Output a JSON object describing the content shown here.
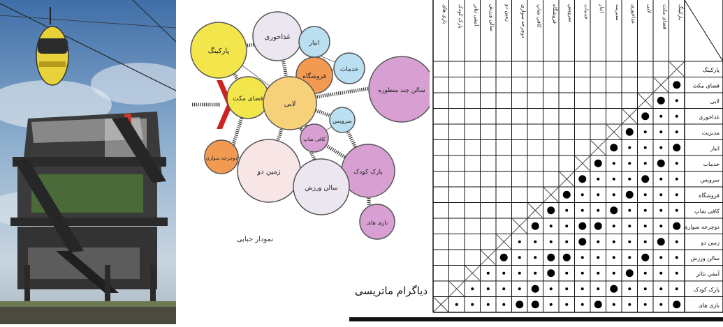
{
  "bubble_diagram": {
    "caption": "نمودار حبابی",
    "bubbles": [
      {
        "id": "parking",
        "label": "پارکینگ",
        "fill": "#f3e64c"
      },
      {
        "id": "food",
        "label": "غذاخوری",
        "fill": "#ece6f0"
      },
      {
        "id": "archive",
        "label": "انبار",
        "fill": "#b9dff0"
      },
      {
        "id": "shop",
        "label": "فروشگاه",
        "fill": "#f29a52"
      },
      {
        "id": "services",
        "label": "خدمات",
        "fill": "#b9dff0"
      },
      {
        "id": "hall",
        "label": "سالن چند منظوره",
        "fill": "#d8a0d2"
      },
      {
        "id": "open_space",
        "label": "فضای مکث",
        "fill": "#f3e64c"
      },
      {
        "id": "lobby",
        "label": "لابی",
        "fill": "#f7d07a"
      },
      {
        "id": "wc",
        "label": "سرویس",
        "fill": "#b9dff0"
      },
      {
        "id": "multimedia",
        "label": "کافی شاپ",
        "fill": "#d8a0d2"
      },
      {
        "id": "cable",
        "label": "دوچرخه سواری",
        "fill": "#f29a52"
      },
      {
        "id": "ground",
        "label": "زمین دو",
        "fill": "#f8e6e6"
      },
      {
        "id": "kids",
        "label": "پارک کودک",
        "fill": "#d8a0d2"
      },
      {
        "id": "gym",
        "label": "سالن ورزش",
        "fill": "#ece6f0"
      },
      {
        "id": "play",
        "label": "بازی های",
        "fill": "#d8a0d2"
      }
    ]
  },
  "matrix": {
    "caption": "دیاگرام ماتریسی",
    "rows": [
      "پارکینگ",
      "فضای مکث",
      "لابی",
      "غذاخوری",
      "مدیریت",
      "انبار",
      "خدمات",
      "سرویس",
      "فروشگاه",
      "کافی شاپ",
      "دوچرخه سواری",
      "زمین دو",
      "سالن ورزش",
      "آمفی تئاتر",
      "پارک کودک",
      "بازی های"
    ],
    "columns": [
      "پارکینگ",
      "فضای مکث",
      "لابی",
      "غذاخوری",
      "مدیریت",
      "انبار",
      "خدمات",
      "سرویس",
      "فروشگاه",
      "کافی شاپ",
      "دوچرخه سواری",
      "زمین دو",
      "سالن ورزش",
      "آمفی تئاتر",
      "پارک کودک",
      "بازی های"
    ]
  }
}
